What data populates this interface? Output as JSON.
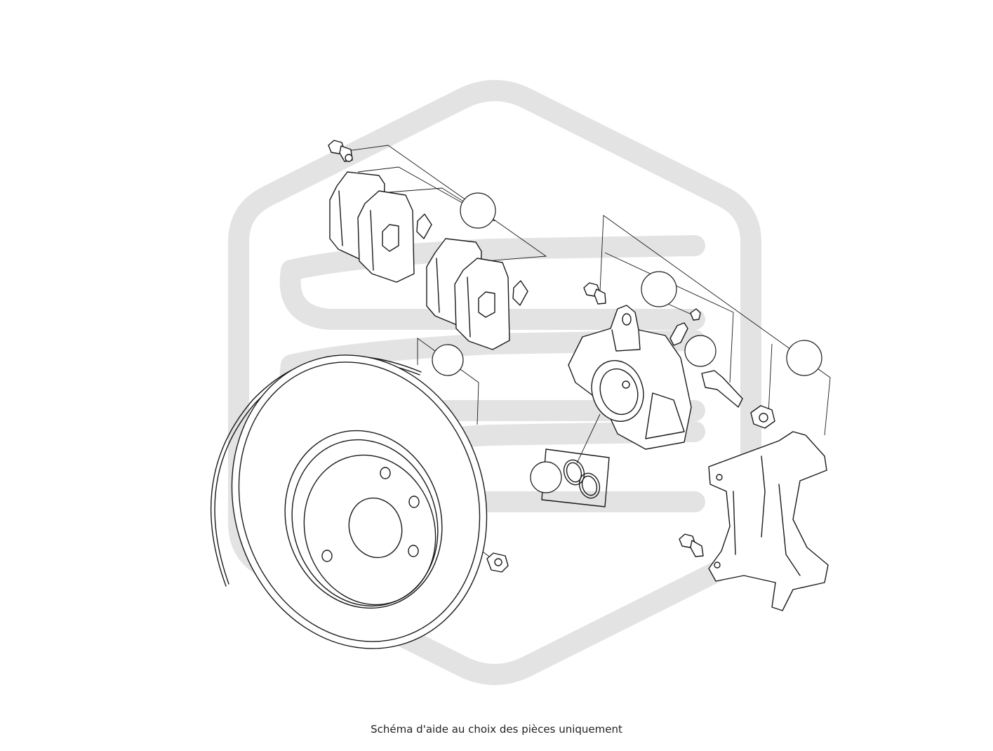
{
  "caption": "Schéma d'aide au choix des pièces uniquement",
  "colors": {
    "line": "#1a1a1a",
    "watermark": "#e3e3e3",
    "background": "#ffffff"
  },
  "callouts": [
    {
      "id": "brake-pads",
      "label": ""
    },
    {
      "id": "caliper-bolt",
      "label": ""
    },
    {
      "id": "bleed-valve",
      "label": ""
    },
    {
      "id": "guide-pin",
      "label": ""
    },
    {
      "id": "brake-disc",
      "label": ""
    },
    {
      "id": "seal-kit",
      "label": ""
    }
  ]
}
